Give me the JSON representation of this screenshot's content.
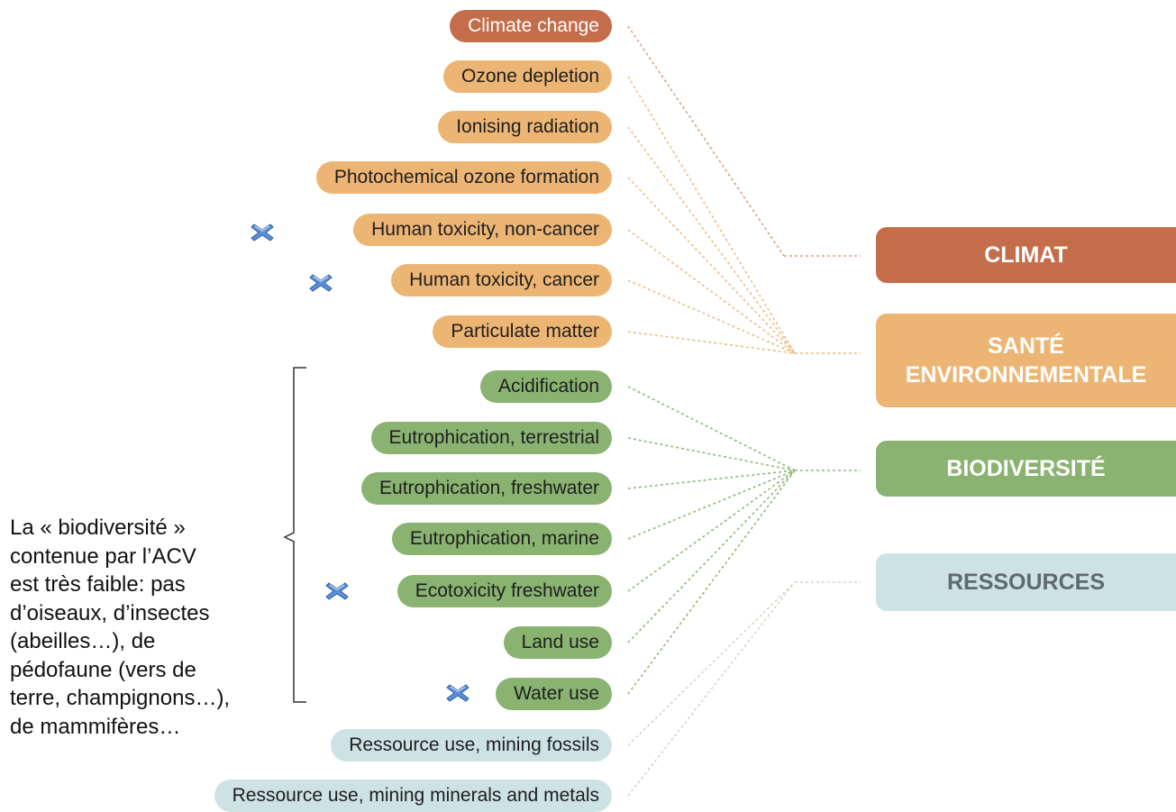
{
  "indicators": [
    {
      "label": "Climate change",
      "group": "climat",
      "excluded": false
    },
    {
      "label": "Ozone depletion",
      "group": "sante",
      "excluded": false
    },
    {
      "label": "Ionising radiation",
      "group": "sante",
      "excluded": false
    },
    {
      "label": "Photochemical ozone formation",
      "group": "sante",
      "excluded": false
    },
    {
      "label": "Human toxicity, non-cancer",
      "group": "sante",
      "excluded": true
    },
    {
      "label": "Human toxicity, cancer",
      "group": "sante",
      "excluded": true
    },
    {
      "label": "Particulate matter",
      "group": "sante",
      "excluded": false
    },
    {
      "label": "Acidification",
      "group": "bio",
      "excluded": false
    },
    {
      "label": "Eutrophication, terrestrial",
      "group": "bio",
      "excluded": false
    },
    {
      "label": "Eutrophication, freshwater",
      "group": "bio",
      "excluded": false
    },
    {
      "label": "Eutrophication, marine",
      "group": "bio",
      "excluded": false
    },
    {
      "label": "Ecotoxicity freshwater",
      "group": "bio",
      "excluded": true
    },
    {
      "label": "Land use",
      "group": "bio",
      "excluded": false
    },
    {
      "label": "Water use",
      "group": "bio",
      "excluded": true
    },
    {
      "label": "Ressource use, mining fossils",
      "group": "res",
      "excluded": false
    },
    {
      "label": "Ressource use, mining minerals and metals",
      "group": "res",
      "excluded": false
    }
  ],
  "categories": {
    "climat": {
      "label": "CLIMAT"
    },
    "sante": {
      "label_line1": "SANTÉ",
      "label_line2": "ENVIRONNEMENTALE"
    },
    "bio": {
      "label": "BIODIVERSITÉ"
    },
    "res": {
      "label": "RESSOURCES"
    }
  },
  "colors": {
    "climat": "#c46d4b",
    "sante": "#edb574",
    "bio": "#8ab371",
    "res": "#cde2e3",
    "cross": "#5b8ed6"
  },
  "note": {
    "lines": [
      "La « biodiversité »",
      "contenue par l’ACV",
      "est très faible: pas",
      "d’oiseaux, d’insectes",
      "(abeilles…), de",
      "pédofaune (vers de",
      "terre, champignons…),",
      "de mammifères…"
    ]
  }
}
